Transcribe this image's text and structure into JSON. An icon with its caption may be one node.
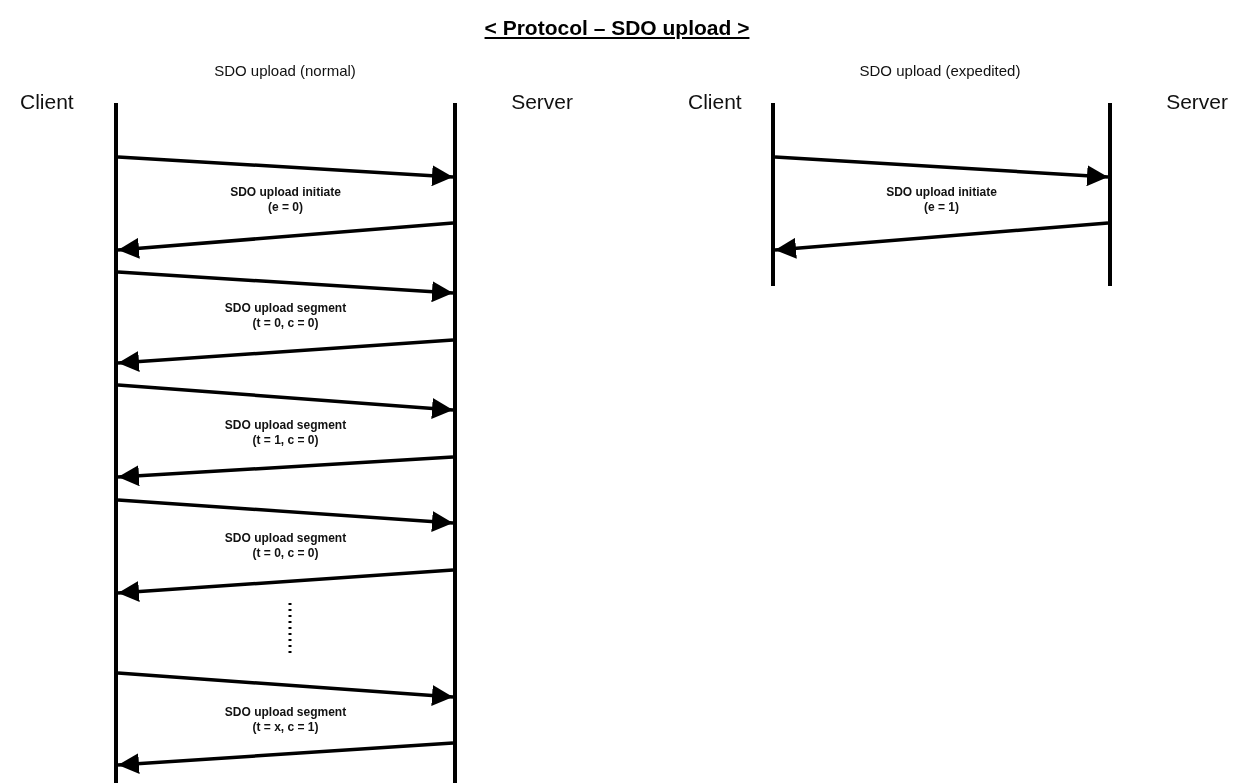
{
  "diagram": {
    "title": "< Protocol – SDO upload >",
    "nodes": [
      {
        "text": [
          "Client"
        ]
      },
      {
        "text": [
          "Server"
        ]
      },
      {
        "text": [
          "Client"
        ]
      },
      {
        "text": [
          "Server"
        ]
      }
    ],
    "edges": [
      {
        "from": 0,
        "to": 1,
        "arrow": "to",
        "label": "SDO upload initiate (e = 0)"
      },
      {
        "from": 1,
        "to": 0,
        "arrow": "to"
      },
      {
        "from": 0,
        "to": 1,
        "arrow": "to",
        "label": "SDO upload segment (t = 0, c = 0)"
      },
      {
        "from": 1,
        "to": 0,
        "arrow": "to"
      },
      {
        "from": 0,
        "to": 1,
        "arrow": "to",
        "label": "SDO upload segment (t = 1, c = 0)"
      },
      {
        "from": 1,
        "to": 0,
        "arrow": "to"
      },
      {
        "from": 0,
        "to": 1,
        "arrow": "to",
        "label": "SDO upload segment (t = 0, c = 0)"
      },
      {
        "from": 1,
        "to": 0,
        "arrow": "to"
      },
      {
        "from": 0,
        "to": 1,
        "arrow": "to",
        "label": "SDO upload segment (t = x, c = 1)"
      },
      {
        "from": 1,
        "to": 0,
        "arrow": "to"
      },
      {
        "from": 2,
        "to": 3,
        "arrow": "to",
        "label": "SDO upload initiate (e = 1)"
      },
      {
        "from": 3,
        "to": 2,
        "arrow": "to"
      }
    ],
    "labels": [
      "SDO upload (normal)",
      "SDO upload (expedited)"
    ]
  }
}
